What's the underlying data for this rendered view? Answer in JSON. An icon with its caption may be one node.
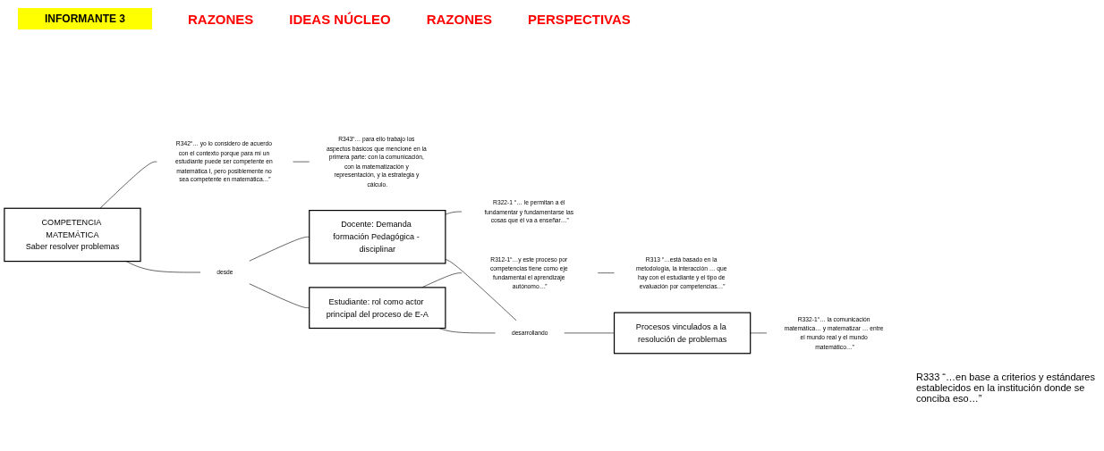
{
  "diagram": {
    "nodes": [
      {
        "text": [
          "COMPETENCIA MATEMÁTICA",
          "Saber resolver problemas"
        ]
      },
      {
        "text": [
          "R342“… yo lo considero de acuerdo con el contexto porque para mí un estudiante puede ser competente en matemática I, pero posiblemente no sea competente en matemática…”"
        ]
      },
      {
        "text": [
          "R343“… para ello trabajo los aspectos básicos que mencioné en la primera parte: con la comunicación, con la matematización y representación, y la estrategia y cálculo."
        ]
      },
      {
        "text": [
          "desde"
        ]
      },
      {
        "text": [
          "Docente: Demanda formación Pedagógica - disciplinar"
        ]
      },
      {
        "text": [
          "Estudiante: rol como actor principal del proceso de E-A"
        ]
      },
      {
        "text": [
          "R312-1“…y este proceso por competencias tiene como eje fundamental el aprendizaje autónomo…”"
        ]
      },
      {
        "text": [
          "R313 “…está basado en la metodología, la interacción … que hay con el estudiante y el tipo de evaluación por competencias…”"
        ]
      },
      {
        "text": [
          "R322-1 “… le permitan a él fundamentar y fundamentarse las cosas que él va a enseñar…”"
        ]
      },
      {
        "text": [
          "desarrollando"
        ]
      },
      {
        "text": [
          "Procesos vinculados a la resolución de problemas"
        ]
      },
      {
        "text": [
          "R332-1“… la comunicación matemática… y matematizar … entre el mundo real y el mundo matemático…”"
        ]
      }
    ],
    "edges": [
      {
        "from": 0,
        "to": 1,
        "arrow": "none"
      },
      {
        "from": 1,
        "to": 2,
        "arrow": "none"
      },
      {
        "from": 0,
        "to": 3,
        "arrow": "none"
      },
      {
        "from": 3,
        "to": 4,
        "arrow": "none"
      },
      {
        "from": 3,
        "to": 5,
        "arrow": "none"
      },
      {
        "from": 5,
        "to": 6,
        "arrow": "none"
      },
      {
        "from": 6,
        "to": 7,
        "arrow": "none"
      },
      {
        "from": 4,
        "to": 8,
        "arrow": "none"
      },
      {
        "from": 4,
        "to": 9,
        "arrow": "none"
      },
      {
        "from": 5,
        "to": 9,
        "arrow": "none"
      },
      {
        "from": 9,
        "to": 10,
        "arrow": "none"
      },
      {
        "from": 10,
        "to": 11,
        "arrow": "none"
      }
    ],
    "labels": [
      "INFORMANTE 3",
      "RAZONES",
      "IDEAS NÚCLEO",
      "RAZONES",
      "PERSPECTIVAS",
      "R333 “…en base a criterios y estándares establecidos en la institución donde se conciba eso…”"
    ]
  }
}
